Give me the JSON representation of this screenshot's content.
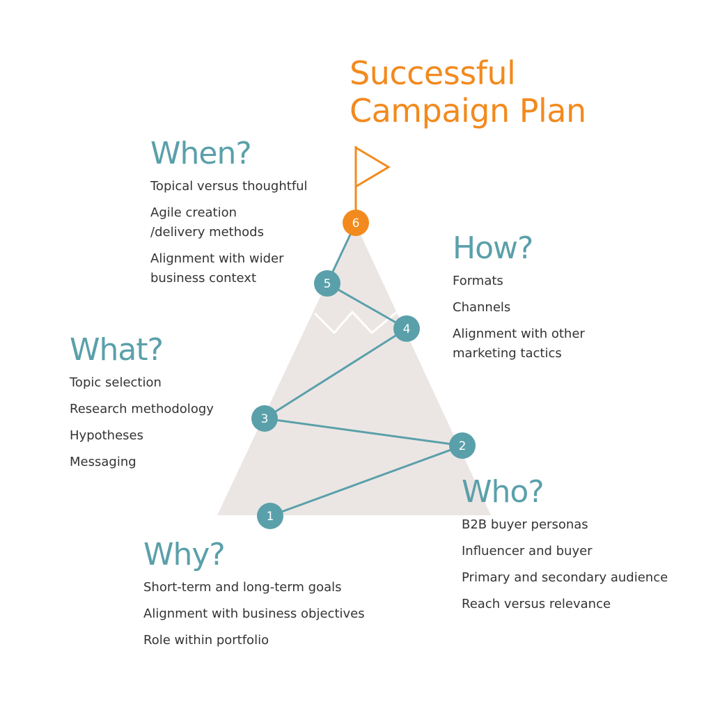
{
  "title": {
    "line1": "Successful",
    "line2": "Campaign Plan"
  },
  "colors": {
    "accent": "#f28a1e",
    "teal": "#5aa0aa",
    "mountain": "#ebe6e4",
    "text": "#333333"
  },
  "icons": {
    "flag": "flag-icon"
  },
  "nodes": [
    "1",
    "2",
    "3",
    "4",
    "5",
    "6"
  ],
  "sections": {
    "when": {
      "heading": "When?",
      "items": [
        "Topical versus thoughtful",
        "Agile creation",
        "/delivery methods",
        "Alignment with wider",
        "business context"
      ]
    },
    "how": {
      "heading": "How?",
      "items": [
        "Formats",
        "Channels",
        "Alignment with other",
        "marketing tactics"
      ]
    },
    "what": {
      "heading": "What?",
      "items": [
        "Topic selection",
        "Research methodology",
        "Hypotheses",
        "Messaging"
      ]
    },
    "who": {
      "heading": "Who?",
      "items": [
        "B2B buyer personas",
        "Influencer and buyer",
        "Primary and secondary audience",
        "Reach versus relevance"
      ]
    },
    "why": {
      "heading": "Why?",
      "items": [
        "Short-term and long-term goals",
        "Alignment with business objectives",
        "Role within portfolio"
      ]
    }
  }
}
